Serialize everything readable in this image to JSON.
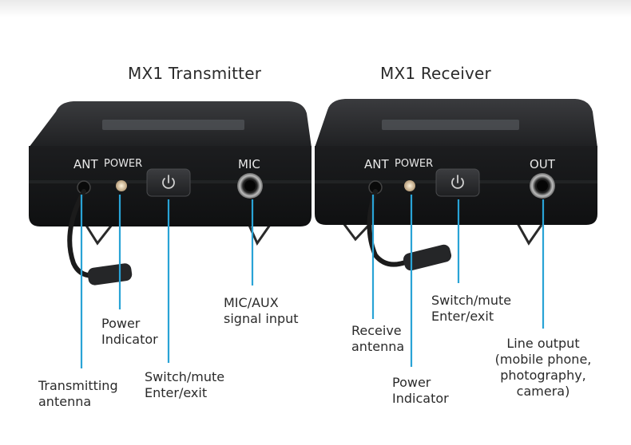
{
  "transmitter": {
    "title": "MX1 Transmitter",
    "panel": {
      "ant": "ANT",
      "power": "POWER",
      "jack": "MIC"
    },
    "callouts": {
      "antenna": [
        "Transmitting",
        "antenna"
      ],
      "power": [
        "Power",
        "Indicator"
      ],
      "switch": [
        "Switch/mute",
        "Enter/exit"
      ],
      "jack": [
        "MIC/AUX",
        "signal input"
      ]
    }
  },
  "receiver": {
    "title": "MX1 Receiver",
    "panel": {
      "ant": "ANT",
      "power": "POWER",
      "jack": "OUT"
    },
    "callouts": {
      "antenna": [
        "Receive",
        "antenna"
      ],
      "power": [
        "Power",
        "Indicator"
      ],
      "switch": [
        "Switch/mute",
        "Enter/exit"
      ],
      "jack": [
        "Line output",
        "(mobile phone,",
        "photography, camera)"
      ]
    }
  },
  "colors": {
    "callout_line": "#29a3d6",
    "body_dark": "#1b1c1e",
    "body_panel": "#121314",
    "led": "#d9c7a8"
  },
  "icons": {
    "switch": "power-icon"
  }
}
